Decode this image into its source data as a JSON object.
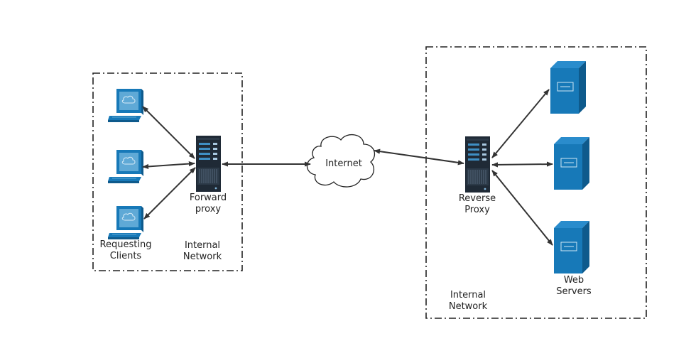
{
  "left_zone": {
    "proxy_label_1": "Forward",
    "proxy_label_2": "proxy",
    "clients_label_1": "Requesting",
    "clients_label_2": "Clients",
    "network_label_1": "Internal",
    "network_label_2": "Network"
  },
  "internet": {
    "label": "Internet"
  },
  "right_zone": {
    "proxy_label_1": "Reverse",
    "proxy_label_2": "Proxy",
    "servers_label_1": "Web",
    "servers_label_2": "Servers",
    "network_label_1": "Internal",
    "network_label_2": "Network"
  },
  "icons": {
    "client": "computer-icon",
    "proxy": "rack-server-icon",
    "web_server": "tower-server-icon",
    "internet": "cloud-icon"
  },
  "colors": {
    "icon_blue": "#1779b8",
    "icon_dark_blue": "#0e5a8c",
    "proxy_dark": "#1f2a36",
    "proxy_accent": "#3f8fc4",
    "line": "#333333",
    "zone_border": "#222222"
  }
}
